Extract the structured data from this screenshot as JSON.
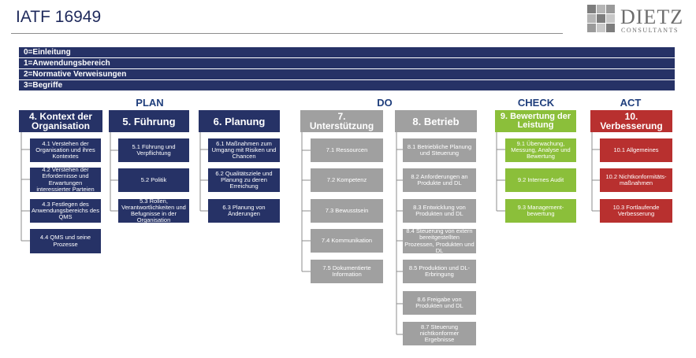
{
  "header": {
    "title": "IATF 16949"
  },
  "logo": {
    "word": "DIETZ",
    "sub": "CONSULTANTS"
  },
  "bars": [
    "0=Einleitung",
    "1=Anwendungsbereich",
    "2=Normative Verweisungen",
    "3=Begriffe"
  ],
  "phases": {
    "plan": "PLAN",
    "do": "DO",
    "check": "CHECK",
    "act": "ACT"
  },
  "columns": {
    "c4": {
      "title": "4. Kontext der Organisation",
      "items": [
        "4.1 Verstehen der Organisation und ihres Kontextes",
        "4.2 Verstehen der Erfordernisse und Erwartungen interessierter Parteien",
        "4.3 Festlegen des Anwendungsbereichs des QMS",
        "4.4 QMS und seine Prozesse"
      ]
    },
    "c5": {
      "title": "5. Führung",
      "items": [
        "5.1 Führung und Verpflichtung",
        "5.2 Politik",
        "5.3 Rollen, Verantwortlichkeiten und Befugnisse in der Organisation"
      ]
    },
    "c6": {
      "title": "6. Planung",
      "items": [
        "6.1 Maßnahmen zum Umgang mit Risiken und Chancen",
        "6.2 Qualitätsziele und Planung zu deren Erreichung",
        "6.3 Planung von Änderungen"
      ]
    },
    "c7": {
      "title": "7. Unterstützung",
      "items": [
        "7.1 Ressourcen",
        "7.2 Kompetenz",
        "7.3 Bewusstsein",
        "7.4 Kommunikation",
        "7.5 Dokumentierte Information"
      ]
    },
    "c8": {
      "title": "8. Betrieb",
      "items": [
        "8.1 Betriebliche Planung und Steuerung",
        "8.2 Anforderungen an Produkte und DL",
        "8.3 Entwicklung von Produkten und DL",
        "8.4 Steuerung von extern bereitgestellten Prozessen, Produkten und DL",
        "8.5 Produktion und DL-Erbringung",
        "8.6 Freigabe von Produkten und DL",
        "8.7 Steuerung nichtkonformer Ergebnisse"
      ]
    },
    "c9": {
      "title": "9. Bewertung der Leistung",
      "items": [
        "9.1 Überwachung, Messung, Analyse und Bewertung",
        "9.2 Internes Audit",
        "9.3 Management-bewertung"
      ]
    },
    "c10": {
      "title": "10. Verbesserung",
      "items": [
        "10.1 Allgemeines",
        "10.2 Nichtkonformitäts-maßnahmen",
        "10.3 Fortlaufende Verbesserung"
      ]
    }
  },
  "colors": {
    "navy": "#263266",
    "gray": "#a0a0a0",
    "green": "#8bbf3a",
    "red": "#b8302f",
    "phase_text": "#1f3e7c"
  }
}
